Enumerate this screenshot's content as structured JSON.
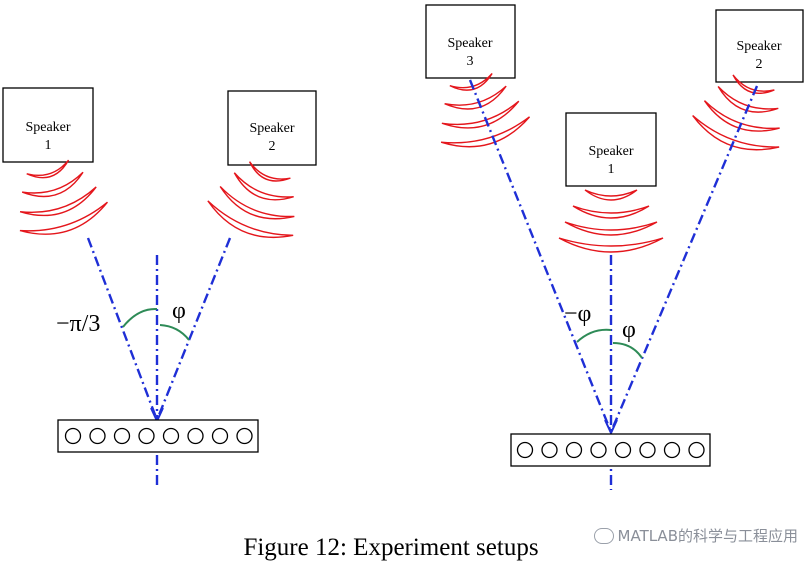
{
  "figure": {
    "caption": "Figure 12:  Experiment setups",
    "left_setup": {
      "speakers": [
        {
          "line1": "Speaker",
          "line2": "1"
        },
        {
          "line1": "Speaker",
          "line2": "2"
        }
      ],
      "angle_labels": [
        "−π/3",
        "φ"
      ],
      "mic_count": 8
    },
    "right_setup": {
      "speakers": [
        {
          "line1": "Speaker",
          "line2": "3"
        },
        {
          "line1": "Speaker",
          "line2": "1"
        },
        {
          "line1": "Speaker",
          "line2": "2"
        }
      ],
      "angle_labels": [
        "−φ",
        "φ"
      ],
      "mic_count": 8
    }
  },
  "watermark": {
    "text": "MATLAB的科学与工程应用",
    "icon": "wechat-icon"
  },
  "colors": {
    "wave": "#e4161c",
    "axis": "#1f2fd6",
    "angle_arc": "#2e8b57"
  }
}
